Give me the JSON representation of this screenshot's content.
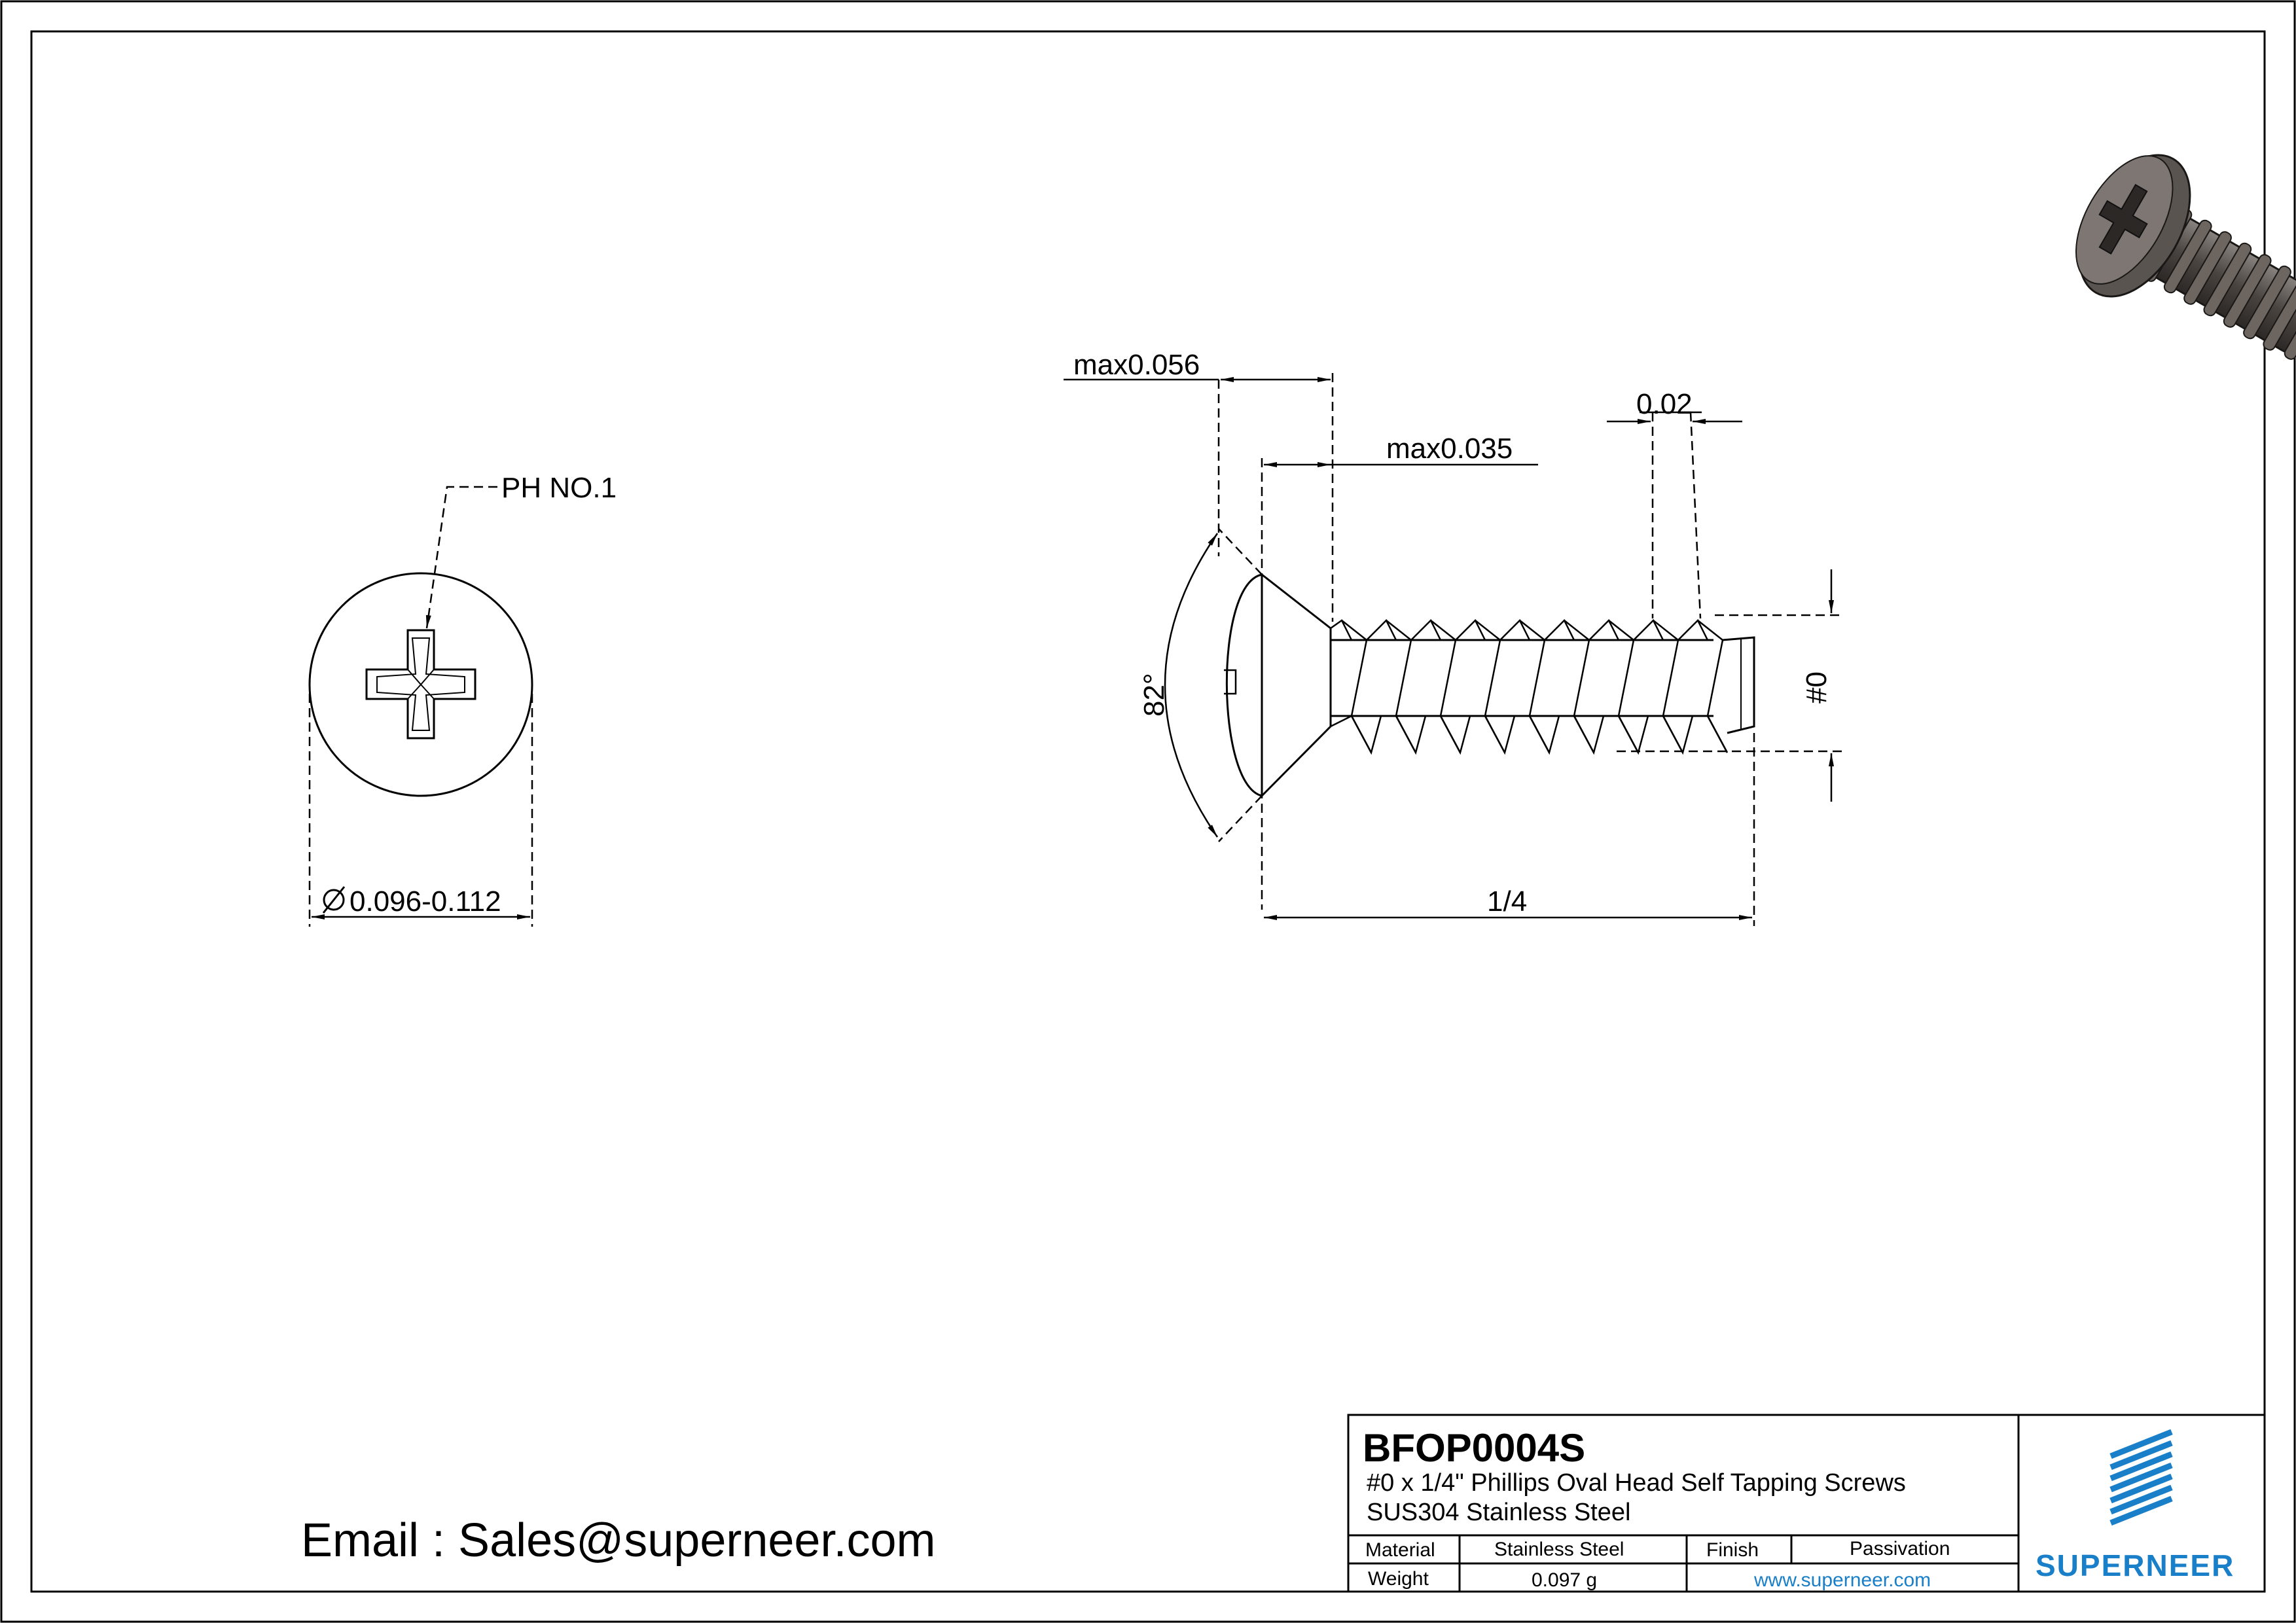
{
  "drawing": {
    "callout_drive": "PH NO.1",
    "dim_head_diameter": "0.096-0.112",
    "dim_head_height_max": "max0.056",
    "dim_head_flat_max": "max0.035",
    "dim_thread_pitch": "0.02",
    "dim_thread_size": "#0",
    "dim_length": "1/4",
    "dim_head_angle": "82°"
  },
  "contact": {
    "email_line": "Email : Sales@superneer.com"
  },
  "title_block": {
    "part_number": "BFOP0004S",
    "description": "#0 x 1/4\" Phillips Oval Head Self Tapping Screws",
    "material_line": "SUS304 Stainless Steel",
    "material_label": "Material",
    "material_value": "Stainless Steel",
    "finish_label": "Finish",
    "finish_value": "Passivation",
    "weight_label": "Weight",
    "weight_value": "0.097 g",
    "website": "www.superneer.com",
    "logo_text": "SUPERNEER"
  },
  "colors": {
    "line": "#000000",
    "brand": "#1a7fc9",
    "screw_render": "#4a4440"
  }
}
